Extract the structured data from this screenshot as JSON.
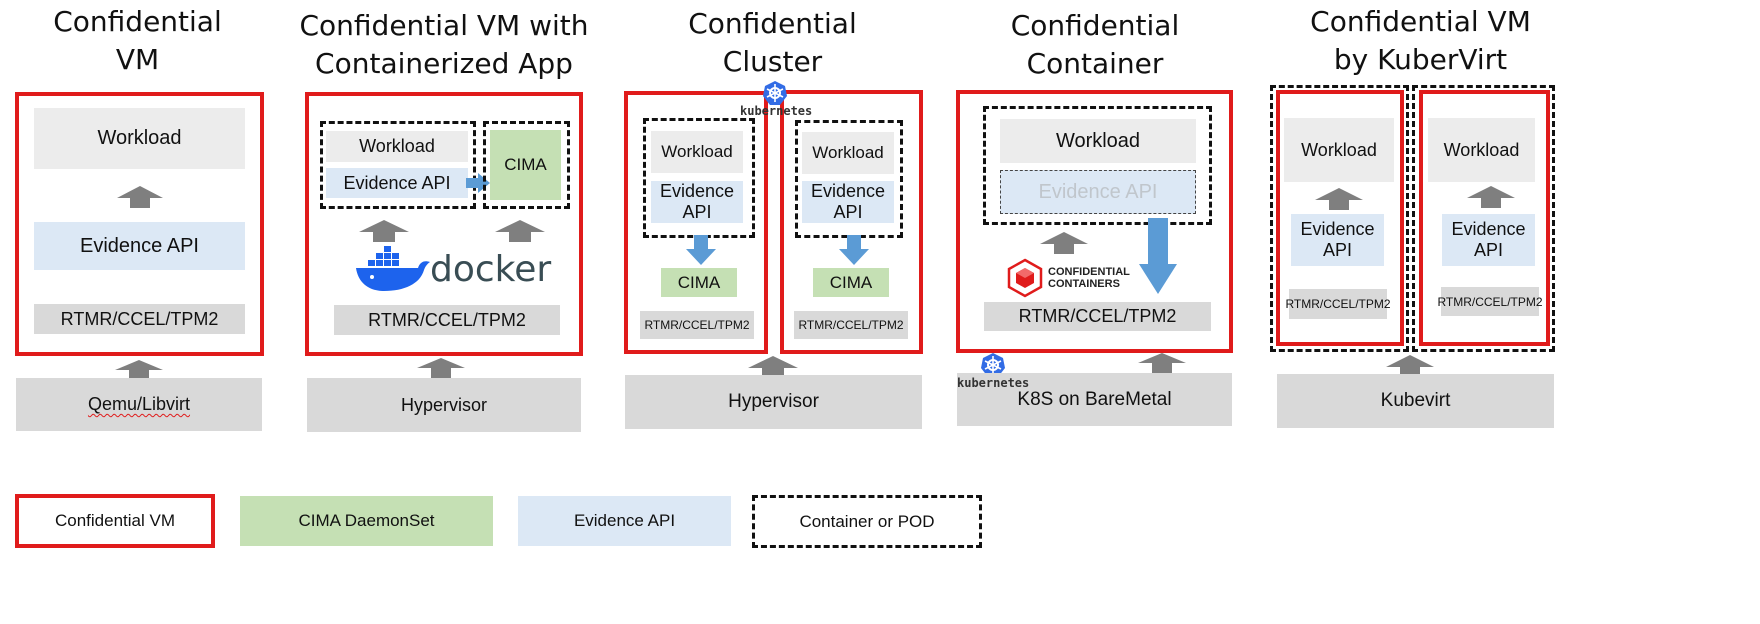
{
  "panels": [
    {
      "title_lines": [
        "Confidential",
        "VM"
      ],
      "workload": "Workload",
      "evidence_api": "Evidence API",
      "measure": "RTMR/CCEL/TPM2",
      "base": "Qemu/Libvirt"
    },
    {
      "title_lines": [
        "Confidential VM with",
        "Containerized App"
      ],
      "workload": "Workload",
      "evidence_api": "Evidence API",
      "cima": "CIMA",
      "docker_text": "docker",
      "measure": "RTMR/CCEL/TPM2",
      "base": "Hypervisor"
    },
    {
      "title_lines": [
        "Confidential",
        "Cluster"
      ],
      "k8s_label": "kubernetes",
      "left": {
        "workload": "Workload",
        "evidence_api": "Evidence API",
        "cima": "CIMA",
        "measure": "RTMR/CCEL/TPM2"
      },
      "right": {
        "workload": "Workload",
        "evidence_api": "Evidence API",
        "cima": "CIMA",
        "measure": "RTMR/CCEL/TPM2"
      },
      "base": "Hypervisor"
    },
    {
      "title_lines": [
        "Confidential",
        "Container"
      ],
      "workload": "Workload",
      "evidence_api": "Evidence API",
      "coco_line1": "CONFIDENTIAL",
      "coco_line2": "CONTAINERS",
      "measure": "RTMR/CCEL/TPM2",
      "k8s_label": "kubernetes",
      "base": "K8S on BareMetal"
    },
    {
      "title_lines": [
        "Confidential VM",
        "by KuberVirt"
      ],
      "left": {
        "workload": "Workload",
        "evidence_api": "Evidence API",
        "measure": "RTMR/CCEL/TPM2"
      },
      "right": {
        "workload": "Workload",
        "evidence_api": "Evidence API",
        "measure": "RTMR/CCEL/TPM2"
      },
      "base": "Kubevirt"
    }
  ],
  "legend": {
    "confidential_vm": "Confidential VM",
    "cima_daemonset": "CIMA DaemonSet",
    "evidence_api": "Evidence API",
    "container_or_pod": "Container or POD"
  },
  "colors": {
    "red_border": "#e01b1b",
    "grey": "#d9d9d9",
    "light_grey": "#ececec",
    "evidence_blue": "#dce8f5",
    "cima_green": "#c5e0b4",
    "arrow_grey": "#7f7f7f",
    "arrow_blue": "#5b9bd5",
    "k8s_blue": "#326ce5",
    "docker_blue": "#1d63ed"
  },
  "icons": [
    "kubernetes-logo-icon",
    "docker-logo-icon",
    "confidential-containers-logo-icon",
    "up-arrow-icon",
    "down-arrow-icon",
    "right-arrow-icon"
  ]
}
